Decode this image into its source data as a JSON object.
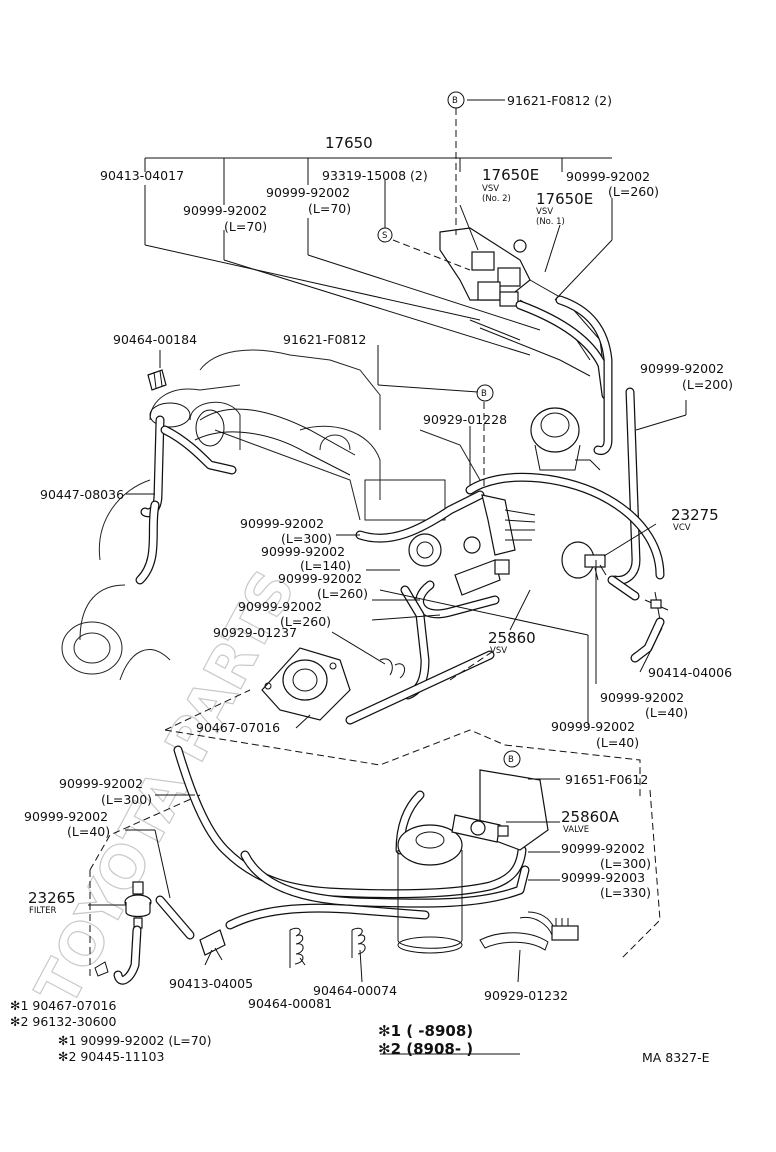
{
  "diagram": {
    "watermark": "TOYOTA PARTS"
  },
  "labels": {
    "bolt_91621_f0812_2": "91621-F0812 (2)",
    "assembly_17650": "17650",
    "part_90413_04017": "90413-04017",
    "part_93319_15008": "93319-15008 (2)",
    "part_17650e_no2": "17650E",
    "vsv_no2_a": "VSV",
    "vsv_no2_b": "(No. 2)",
    "part_17650e_no1": "17650E",
    "vsv_no1_a": "VSV",
    "vsv_no1_b": "(No. 1)",
    "hose_top_right": "90999-92002",
    "hose_top_right_len": "(L=260)",
    "hose_top_mid": "90999-92002",
    "hose_top_mid_len": "(L=70)",
    "hose_top_left": "90999-92002",
    "hose_top_left_len": "(L=70)",
    "part_90464_00184": "90464-00184",
    "part_91621_f0812": "91621-F0812",
    "hose_right_200": "90999-92002",
    "hose_right_200_len": "(L=200)",
    "part_90929_01228": "90929-01228",
    "part_90447_08036": "90447-08036",
    "vcv_23275": "23275",
    "vcv_label": "VCV",
    "hose_300a": "90999-92002",
    "hose_300a_len": "(L=300)",
    "hose_140": "90999-92002",
    "hose_140_len": "(L=140)",
    "hose_260a": "90999-92002",
    "hose_260a_len": "(L=260)",
    "hose_260b": "90999-92002",
    "hose_260b_len": "(L=260)",
    "part_90929_01237": "90929-01237",
    "vsv_25860": "25860",
    "vsv_25860_label": "VSV",
    "part_90414_04006": "90414-04006",
    "hose_40a": "90999-92002",
    "hose_40a_len": "(L=40)",
    "hose_40b": "90999-92002",
    "hose_40b_len": "(L=40)",
    "part_90467_07016": "90467-07016",
    "bolt_91651_f0612": "91651-F0612",
    "valve_25860a": "25860A",
    "valve_label": "VALVE",
    "hose_300b": "90999-92002",
    "hose_300b_len": "(L=300)",
    "hose_40c": "90999-92002",
    "hose_40c_len": "(L=40)",
    "hose_300c": "90999-92002",
    "hose_300c_len": "(L=300)",
    "hose_330": "90999-92003",
    "hose_330_len": "(L=330)",
    "filter_23265": "23265",
    "filter_label": "FILTER",
    "part_90413_04005": "90413-04005",
    "part_90464_00074": "90464-00074",
    "part_90464_00081": "90464-00081",
    "part_90929_01232": "90929-01232",
    "note1_a": "✻1 90467-07016",
    "note2_a": "✻2 96132-30600",
    "note1_b": "✻1 90999-92002 (L=70)",
    "note2_b": "✻2 90445-11103",
    "legend_1": "✻1 (      -8908)",
    "legend_2": "✻2 (8908-      )",
    "figure_code": "MA 8327-E",
    "marker_b": "B",
    "marker_s": "S"
  }
}
